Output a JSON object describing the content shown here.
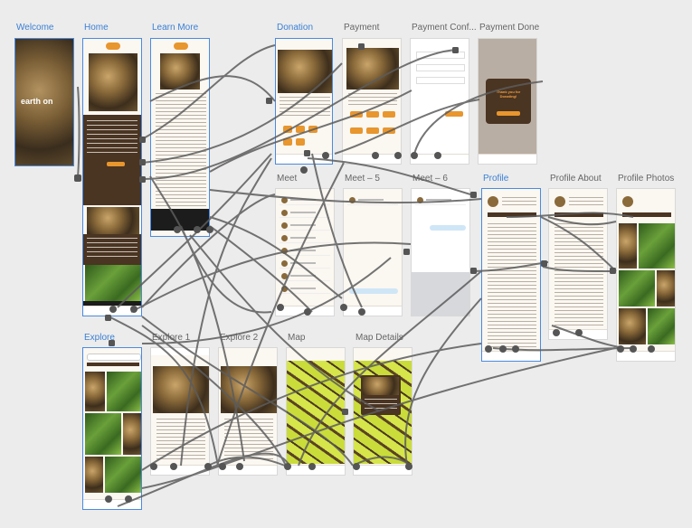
{
  "artboards": [
    {
      "key": "welcome",
      "label": "Welcome",
      "selected": true,
      "logo_text": "earth on"
    },
    {
      "key": "home",
      "label": "Home",
      "selected": true
    },
    {
      "key": "learn_more",
      "label": "Learn More",
      "selected": true
    },
    {
      "key": "donation",
      "label": "Donation",
      "selected": true
    },
    {
      "key": "payment",
      "label": "Payment",
      "selected": false
    },
    {
      "key": "payment_conf",
      "label": "Payment Conf...",
      "selected": false
    },
    {
      "key": "payment_done",
      "label": "Payment Done",
      "selected": false,
      "thank_you": "Thank you for Donating!"
    },
    {
      "key": "meet",
      "label": "Meet",
      "selected": false
    },
    {
      "key": "meet_5",
      "label": "Meet – 5",
      "selected": false
    },
    {
      "key": "meet_6",
      "label": "Meet – 6",
      "selected": false
    },
    {
      "key": "profile",
      "label": "Profile",
      "selected": true
    },
    {
      "key": "profile_about",
      "label": "Profile About",
      "selected": false
    },
    {
      "key": "profile_photos",
      "label": "Profile Photos",
      "selected": false
    },
    {
      "key": "explore",
      "label": "Explore",
      "selected": true
    },
    {
      "key": "explore_1",
      "label": "Explore 1",
      "selected": false
    },
    {
      "key": "explore_2",
      "label": "Explore 2",
      "selected": false
    },
    {
      "key": "map",
      "label": "Map",
      "selected": false
    },
    {
      "key": "map_details",
      "label": "Map Details",
      "selected": false
    }
  ],
  "colors": {
    "accent": "#e8962e",
    "brand_dark": "#4a3422",
    "selection": "#4a8ae0",
    "wire": "#5c5c5c"
  }
}
